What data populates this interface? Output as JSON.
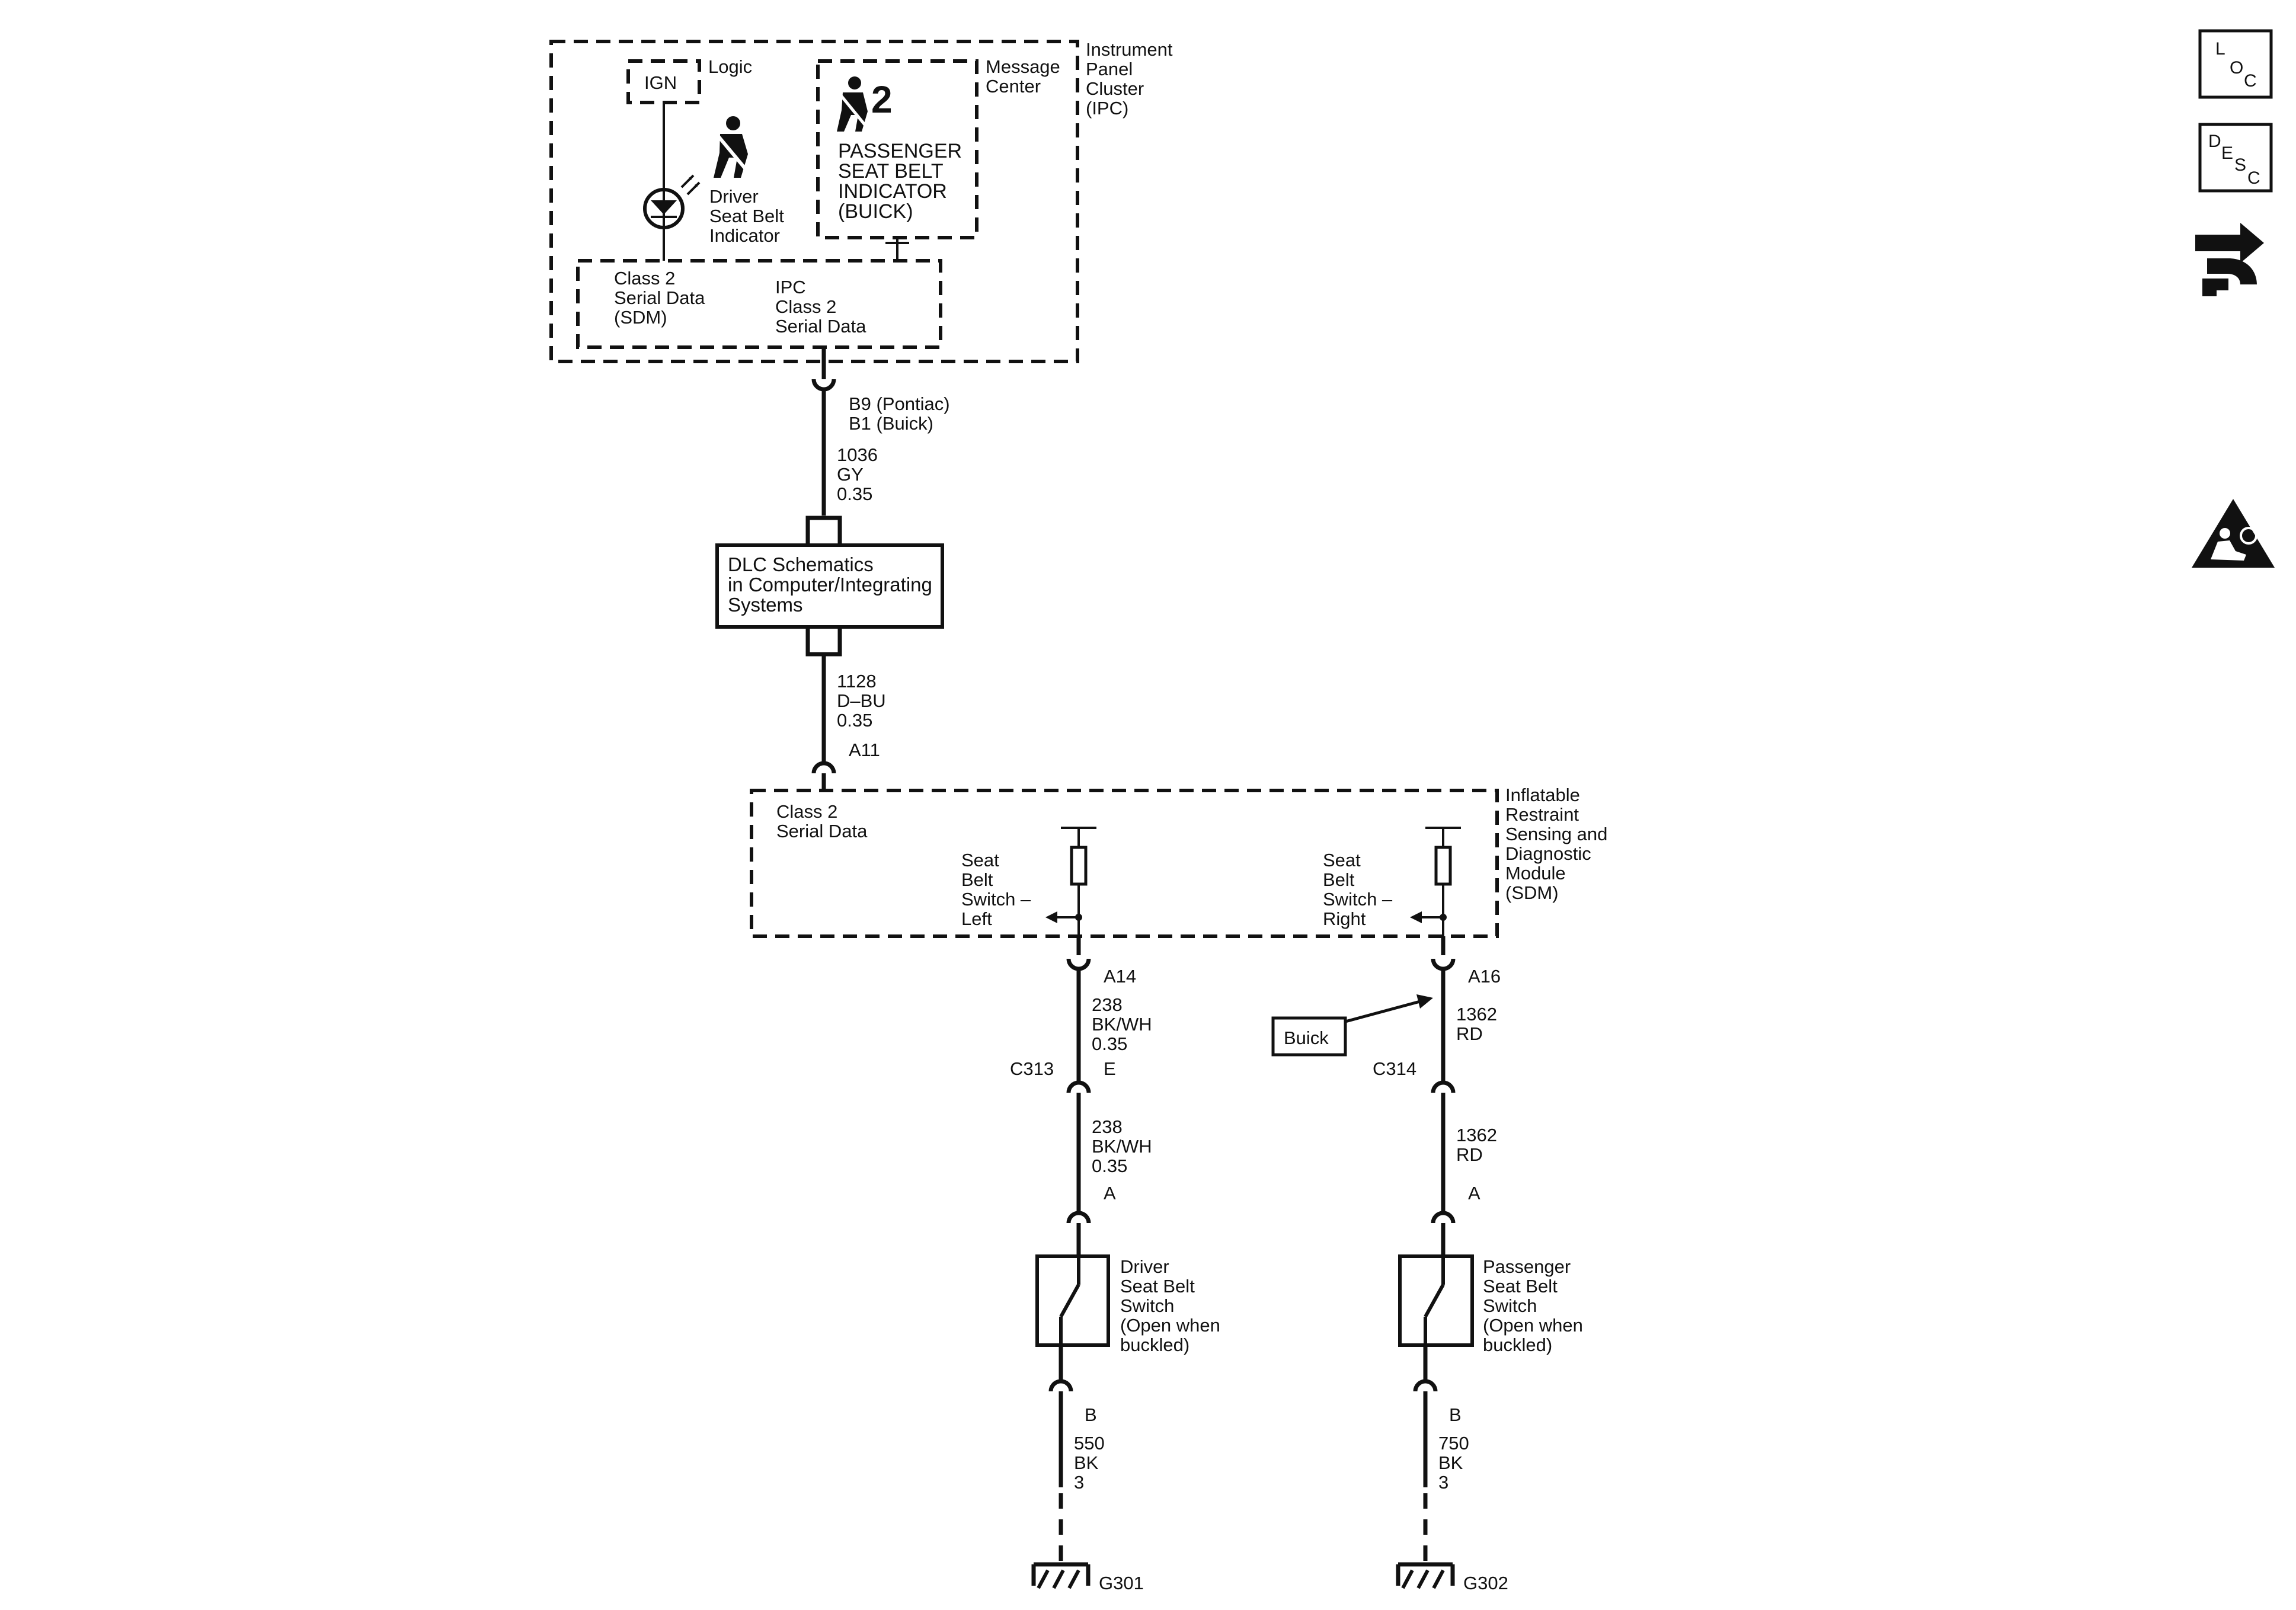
{
  "ipc": {
    "title": [
      "Instrument",
      "Panel",
      "Cluster",
      "(IPC)"
    ],
    "logic": "Logic",
    "ign": "IGN",
    "message_center": [
      "Message",
      "Center"
    ],
    "passenger_indicator_num": "2",
    "passenger_indicator": [
      "PASSENGER",
      "SEAT BELT",
      "INDICATOR",
      "(BUICK)"
    ],
    "driver_indicator": [
      "Driver",
      "Seat Belt",
      "Indicator"
    ],
    "class2_sdm": [
      "Class 2",
      "Serial Data",
      "(SDM)"
    ],
    "ipc_class2": [
      "IPC",
      "Class 2",
      "Serial Data"
    ]
  },
  "ipc_connector": [
    "B9 (Pontiac)",
    "B1 (Buick)"
  ],
  "wire_1036": [
    "1036",
    "GY",
    "0.35"
  ],
  "dlc": [
    "DLC Schematics",
    "in Computer/Integrating",
    "Systems"
  ],
  "wire_1128": [
    "1128",
    "D–BU",
    "0.35"
  ],
  "sdm_connector": "A11",
  "sdm": {
    "title": [
      "Inflatable",
      "Restraint",
      "Sensing and",
      "Diagnostic",
      "Module",
      "(SDM)"
    ],
    "class2": [
      "Class 2",
      "Serial Data"
    ],
    "switch_left": [
      "Seat",
      "Belt",
      "Switch –",
      "Left"
    ],
    "switch_right": [
      "Seat",
      "Belt",
      "Switch –",
      "Right"
    ]
  },
  "left_circuit": {
    "conn_sdm": "A14",
    "wire1": [
      "238",
      "BK/WH",
      "0.35"
    ],
    "conn_inline": "C313",
    "pin_inline": "E",
    "wire2": [
      "238",
      "BK/WH",
      "0.35"
    ],
    "conn_switch": "A",
    "switch": [
      "Driver",
      "Seat Belt",
      "Switch",
      "(Open when",
      "buckled)"
    ],
    "conn_ground": "B",
    "wire3": [
      "550",
      "BK",
      "3"
    ],
    "ground": "G301"
  },
  "right_circuit": {
    "conn_sdm": "A16",
    "buick": "Buick",
    "wire1": [
      "1362",
      "RD"
    ],
    "conn_inline": "C314",
    "wire2": [
      "1362",
      "RD"
    ],
    "conn_switch": "A",
    "switch": [
      "Passenger",
      "Seat Belt",
      "Switch",
      "(Open when",
      "buckled)"
    ],
    "conn_ground": "B",
    "wire3": [
      "750",
      "BK",
      "3"
    ],
    "ground": "G302"
  },
  "side_icons": {
    "loc": [
      "L",
      "O",
      "C"
    ],
    "desc": [
      "D",
      "E",
      "S",
      "C"
    ],
    "names": [
      "location-icon",
      "description-icon",
      "repair-procedure-icon",
      "airbag-warning-icon"
    ]
  }
}
